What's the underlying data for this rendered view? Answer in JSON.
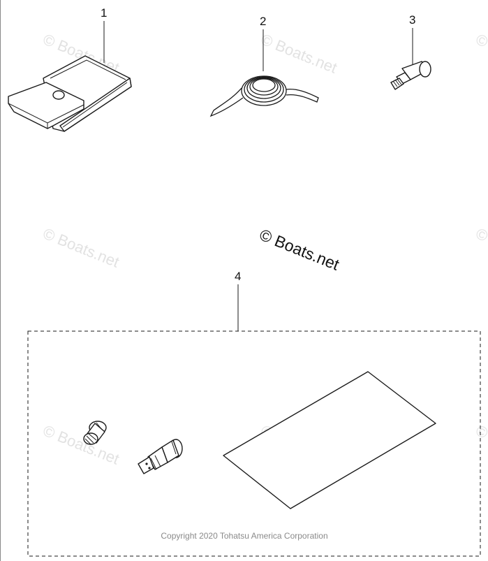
{
  "callouts": [
    "1",
    "2",
    "3",
    "4"
  ],
  "watermark": {
    "main_text": "© Boats.net",
    "faint_text": "© Boats.net"
  },
  "footer": {
    "copyright": "Copyright 2020 Tohatsu America Corporation"
  },
  "colors": {
    "line": "#1a1a1a",
    "watermark_faint": "#e2e2e2",
    "copyright_text": "#8a8a8a"
  }
}
